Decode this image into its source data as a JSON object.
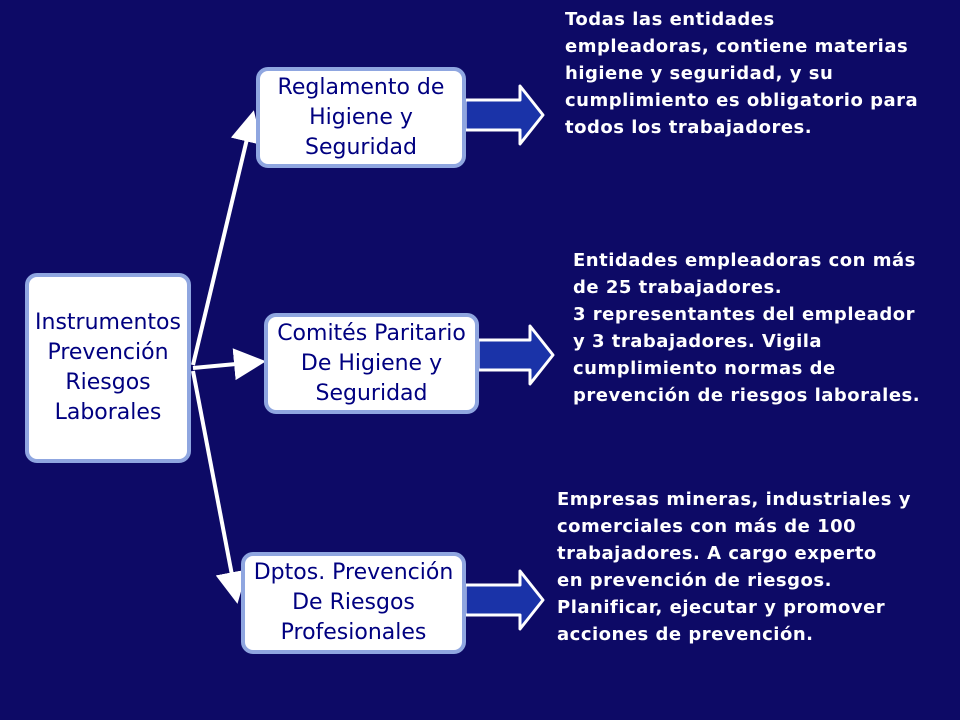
{
  "colors": {
    "background": "#0d0a66",
    "box_fill": "#ffffff",
    "box_border": "#8fa6e0",
    "box_text": "#000080",
    "arrow_fill": "#1a33a8",
    "description_text": "#ffffff",
    "connector_line": "#ffffff"
  },
  "root": {
    "lines": [
      "Instrumentos",
      "Prevención",
      "Riesgos",
      "Laborales"
    ]
  },
  "branches": [
    {
      "box_lines": [
        "Reglamento de",
        "Higiene y",
        "Seguridad"
      ],
      "description_lines": [
        "Todas las entidades",
        "empleadoras, contiene materias",
        "higiene y seguridad, y su",
        "cumplimiento es obligatorio para",
        "todos los trabajadores."
      ]
    },
    {
      "box_lines": [
        "Comités Paritario",
        "De Higiene y",
        "Seguridad"
      ],
      "description_lines": [
        "Entidades empleadoras con más",
        "de 25 trabajadores.",
        "3 representantes del empleador",
        "y 3 trabajadores. Vigila",
        "cumplimiento normas de",
        "prevención de riesgos laborales."
      ]
    },
    {
      "box_lines": [
        "Dptos. Prevención",
        "De Riesgos",
        "Profesionales"
      ],
      "description_lines": [
        "Empresas mineras, industriales y",
        "comerciales con más de 100",
        "trabajadores. A cargo experto",
        "en prevención de riesgos.",
        "Planificar, ejecutar y promover",
        "acciones de prevención."
      ]
    }
  ]
}
